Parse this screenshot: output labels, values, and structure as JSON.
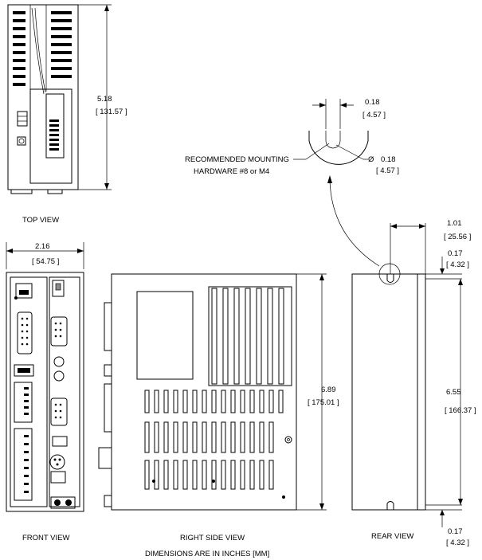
{
  "views": {
    "top": "TOP VIEW",
    "front": "FRONT VIEW",
    "right_side": "RIGHT SIDE VIEW",
    "rear": "REAR VIEW"
  },
  "note": "DIMENSIONS ARE IN INCHES [MM]",
  "dimensions": {
    "top_height": {
      "in": "5.18",
      "mm": "[ 131.57 ]"
    },
    "front_width": {
      "in": "2.16",
      "mm": "[ 54.75 ]"
    },
    "side_height": {
      "in": "6.89",
      "mm": "[ 175.01 ]"
    },
    "rear_hole_spacing": {
      "in": "6.55",
      "mm": "[ 166.37 ]"
    },
    "rear_hole_offset_x": {
      "in": "1.01",
      "mm": "[ 25.56 ]"
    },
    "rear_top_offset": {
      "in": "0.17",
      "mm": "[ 4.32 ]"
    },
    "rear_bottom_offset": {
      "in": "0.17",
      "mm": "[ 4.32 ]"
    },
    "slot_width": {
      "in": "0.18",
      "mm": "[ 4.57 ]"
    },
    "hole_diameter": {
      "symbol": "Ø",
      "in": "0.18",
      "mm": "[  4.57 ]"
    }
  },
  "mounting_note": {
    "line1": "RECOMMENDED MOUNTING",
    "line2": "HARDWARE  #8 or M4"
  }
}
